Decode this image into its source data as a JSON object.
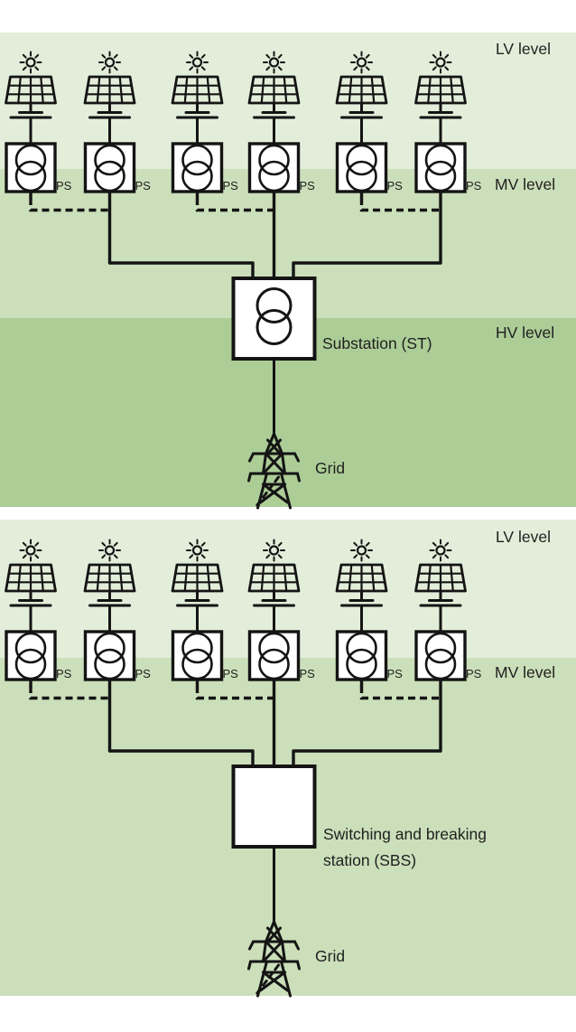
{
  "colors": {
    "lv_band": "#e3eeda",
    "mv_band": "#cbdfba",
    "hv_band": "#adcd97",
    "line": "#141414",
    "box_fill": "#ffffff",
    "text": "#1f1f1f"
  },
  "icons": [
    "sun-icon",
    "solar-panel-icon",
    "transformer-icon",
    "transmission-tower-icon"
  ],
  "diagrams": [
    {
      "name": "pv-plant-with-substation",
      "level_labels": {
        "lv": "LV level",
        "mv": "MV level",
        "hv": "HV level"
      },
      "unit_count": 6,
      "unit_label": "PS",
      "station_label": "Substation (ST)",
      "station_symbol": "transformer-icon",
      "grid_label": "Grid"
    },
    {
      "name": "pv-plant-with-switching-breaking-station",
      "level_labels": {
        "lv": "LV level",
        "mv": "MV level"
      },
      "unit_count": 6,
      "unit_label": "PS",
      "station_label_lines": [
        "Switching and breaking",
        "station (SBS)"
      ],
      "station_symbol": "none",
      "grid_label": "Grid"
    }
  ]
}
